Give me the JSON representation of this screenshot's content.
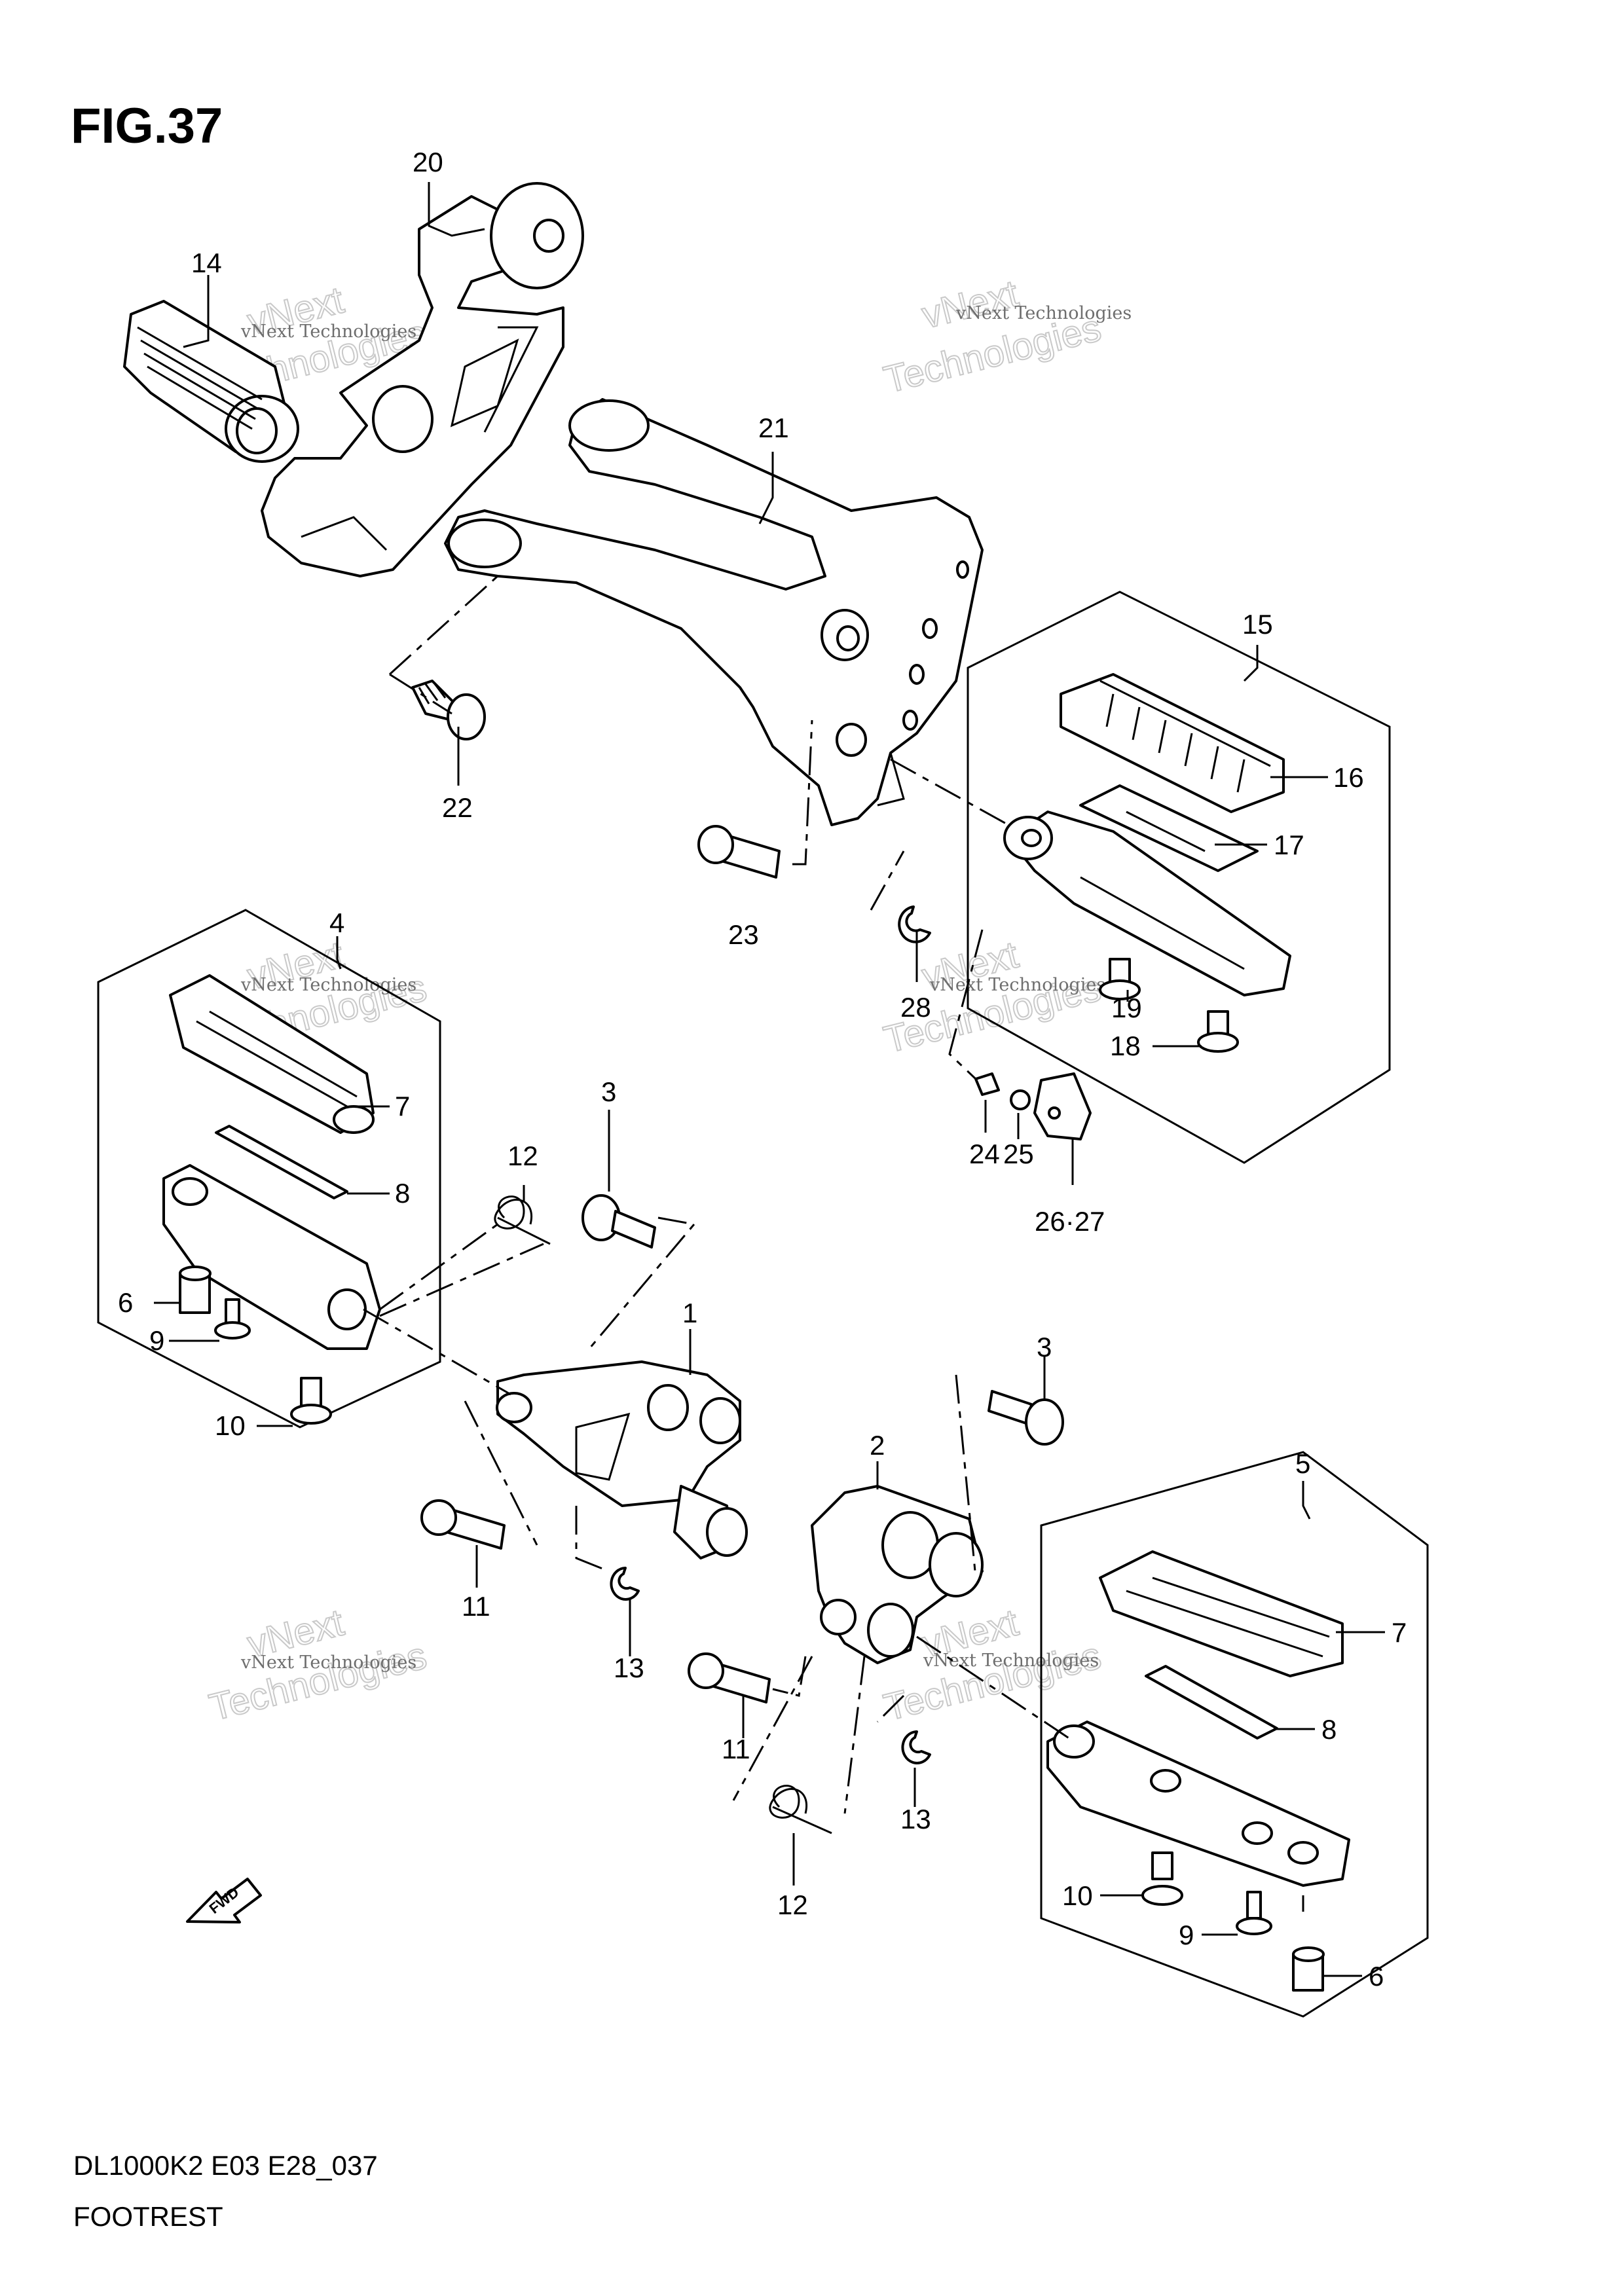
{
  "figure": {
    "title": "FIG.37",
    "model_code": "DL1000K2 E03 E28_037",
    "caption": "FOOTREST",
    "fwd_label": "FWD"
  },
  "watermark": {
    "company_line": "vNext Technologies",
    "brand_top": "vNext",
    "brand_bottom": "Technologies"
  },
  "callouts": {
    "n1": "1",
    "n2": "2",
    "n3a": "3",
    "n3b": "3",
    "n4": "4",
    "n5": "5",
    "n6a": "6",
    "n6b": "6",
    "n7a": "7",
    "n7b": "7",
    "n8a": "8",
    "n8b": "8",
    "n9a": "9",
    "n9b": "9",
    "n10a": "10",
    "n10b": "10",
    "n11a": "11",
    "n11b": "11",
    "n12a": "12",
    "n12b": "12",
    "n13a": "13",
    "n13b": "13",
    "n14": "14",
    "n15": "15",
    "n16": "16",
    "n17": "17",
    "n18": "18",
    "n19": "19",
    "n20": "20",
    "n21": "21",
    "n22": "22",
    "n23": "23",
    "n24": "24",
    "n25": "25",
    "n26_27": "26·27",
    "n28": "28"
  }
}
